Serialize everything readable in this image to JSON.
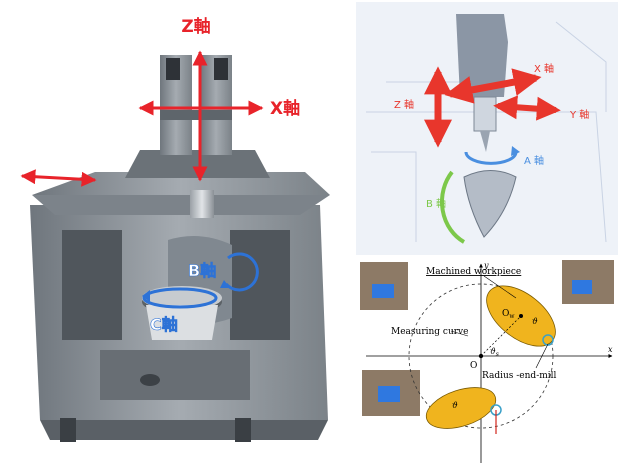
{
  "machine": {
    "z_axis_label": "Z軸",
    "x_axis_label": "X軸",
    "b_axis_label": "B軸",
    "c_axis_label": "C軸",
    "colors": {
      "arrow": "#e8232a",
      "rotary": "#2d72d6",
      "body": "#8f969d"
    }
  },
  "axis_diagram": {
    "x_label": "X 軸",
    "y_label": "Y 軸",
    "z_label": "Z 軸",
    "a_label": "A 軸",
    "b_label": "B 軸",
    "colors": {
      "arrow": "#e8362c",
      "a_axis": "#4a8fe0",
      "b_axis": "#7cc84a"
    }
  },
  "measuring": {
    "machined_workpiece": "Machined workpiece",
    "measuring_curve": "Measuring curve",
    "radius_end_mill": "Radius -end-mill",
    "origin": "O",
    "center": "O",
    "center_sub": "w",
    "axis_x": "x",
    "axis_y": "y",
    "theta": "ϑ",
    "theta_sub": "s",
    "workpiece_color": "#f0b41e"
  }
}
